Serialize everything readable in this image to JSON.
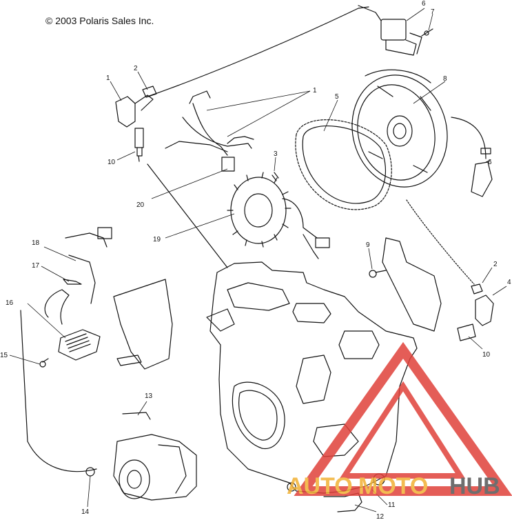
{
  "copyright": "© 2003 Polaris Sales Inc.",
  "callouts": [
    "1",
    "1",
    "2",
    "2",
    "3",
    "4",
    "5",
    "6",
    "6",
    "7",
    "8",
    "9",
    "10",
    "10",
    "11",
    "12",
    "13",
    "14",
    "15",
    "16",
    "17",
    "18",
    "19",
    "20"
  ],
  "watermark": {
    "part1": "AUTO",
    "part2": "MOTO",
    "part3": "HUB",
    "colors": {
      "triangle": "#e0413a",
      "auto": "#f2b134",
      "moto": "#f2b134",
      "hub": "#555555"
    }
  }
}
